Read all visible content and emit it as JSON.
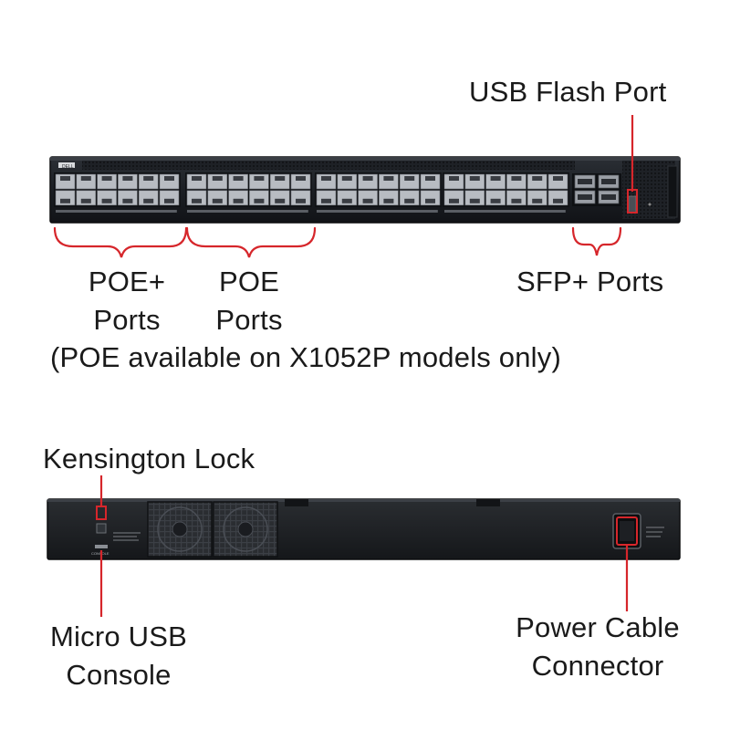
{
  "labels": {
    "usb_flash_port": "USB Flash Port",
    "poe_plus_ports": [
      "POE+",
      "Ports"
    ],
    "poe_ports": [
      "POE",
      "Ports"
    ],
    "poe_note": "(POE available on X1052P models only)",
    "sfp_plus_ports": "SFP+ Ports",
    "kensington_lock": "Kensington Lock",
    "micro_usb_console": [
      "Micro USB",
      "Console"
    ],
    "power_cable_connector": [
      "Power Cable",
      "Connector"
    ]
  },
  "device": {
    "brand": "DELL",
    "front_port_count": 48,
    "sfp_port_count": 4,
    "rear_console_text": "CONSOLE"
  },
  "colors": {
    "chassis": "#1c1f24",
    "port_gray": "#b8bcc2",
    "callout_red": "#d6262b",
    "text": "#1a1a1a"
  },
  "icons": {
    "fan": "fan-grille-icon",
    "power": "power-inlet-icon"
  }
}
